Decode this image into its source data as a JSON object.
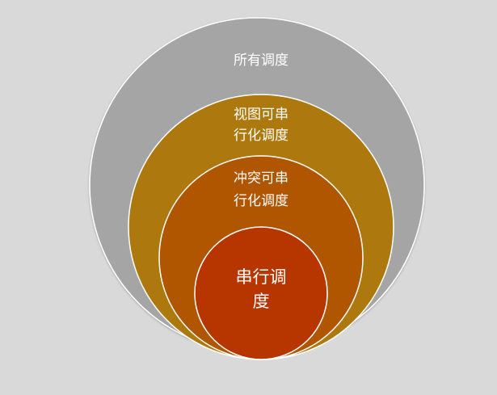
{
  "diagram": {
    "type": "nested-venn",
    "rings": [
      {
        "id": "all",
        "label_lines": [
          "所有调度"
        ],
        "color": "#a5a5a5"
      },
      {
        "id": "view",
        "label_lines": [
          "视图可串",
          "行化调度"
        ],
        "color": "#ad780d"
      },
      {
        "id": "conflict",
        "label_lines": [
          "冲突可串",
          "行化调度"
        ],
        "color": "#b05500"
      },
      {
        "id": "serial",
        "label_lines": [
          "串行调",
          "度"
        ],
        "color": "#b73600"
      }
    ]
  }
}
